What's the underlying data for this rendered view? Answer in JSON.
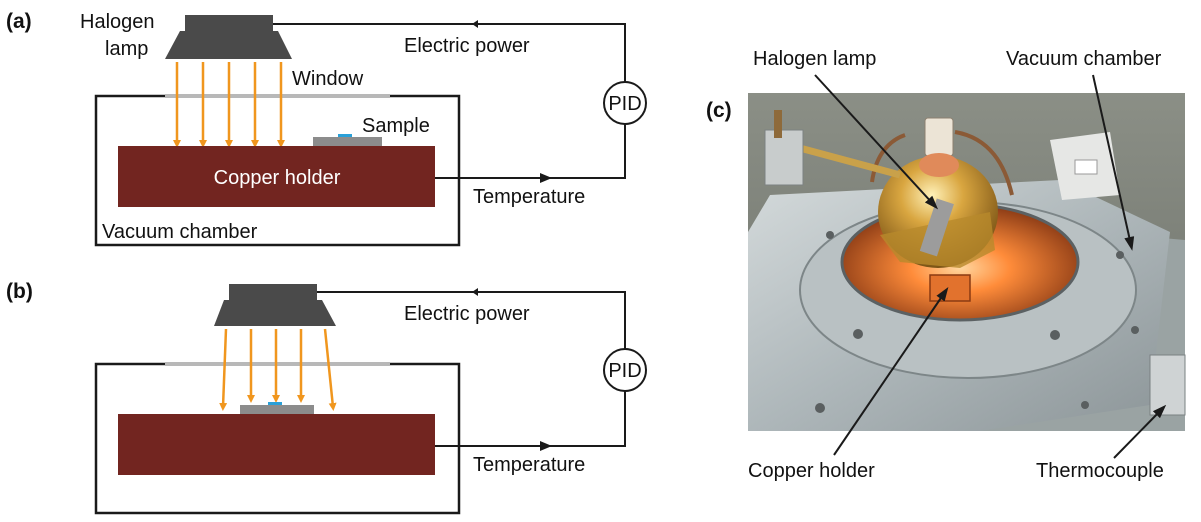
{
  "panel_a": {
    "tag": "(a)",
    "lamp_label_line1": "Halogen",
    "lamp_label_line2": "lamp",
    "window_label": "Window",
    "sample_label": "Sample",
    "holder_label": "Copper holder",
    "chamber_label": "Vacuum chamber",
    "power_label": "Electric power",
    "temperature_label": "Temperature",
    "controller_label": "PID"
  },
  "panel_b": {
    "tag": "(b)",
    "power_label": "Electric power",
    "temperature_label": "Temperature",
    "controller_label": "PID"
  },
  "panel_c": {
    "tag": "(c)",
    "lamp_label": "Halogen lamp",
    "chamber_label": "Vacuum chamber",
    "holder_label": "Copper holder",
    "thermocouple_label": "Thermocouple"
  },
  "colors": {
    "copper": "#722520",
    "lamp": "#4a4a4a",
    "ray": "#f0961e",
    "wire": "#1a1a1a",
    "window": "#b8b8b8",
    "sample": "#8c8c8c",
    "sample_film": "#2aa0d8"
  }
}
